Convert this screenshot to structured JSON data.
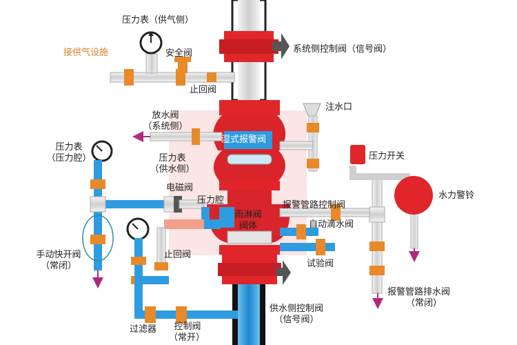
{
  "labels": {
    "pressure_gauge_supply_air": "压力表（供气侧）",
    "air_supply_connection": "接供气设施",
    "safety_valve": "安全阀",
    "check_valve_top": "止回阀",
    "system_side_control_valve": "系统侧控制阀（信号阀）",
    "drain_valve": "放水阀",
    "drain_valve_sub": "（系统侧）",
    "water_inlet": "注水口",
    "wet_alarm_valve": "湿式报警阀",
    "pressure_gauge_chamber": "压力表",
    "pressure_gauge_chamber_sub": "（压力腔）",
    "pressure_gauge_supply_water": "压力表",
    "pressure_gauge_supply_water_sub": "（供水侧）",
    "pressure_switch": "压力开关",
    "solenoid_valve": "电磁阀",
    "pressure_chamber": "压力腔",
    "hydraulic_alarm_bell": "水力警铃",
    "alarm_pipe_control_valve": "报警管路控制阀",
    "deluge_valve_body": "雨淋阀",
    "deluge_valve_body_sub": "阀体",
    "auto_drip_valve": "自动滴水阀",
    "manual_quick_open_valve": "手动快开阀",
    "manual_quick_open_valve_sub": "（常闭）",
    "check_valve_bottom": "止回阀",
    "test_valve": "试验阀",
    "alarm_pipe_drain_valve": "报警管路排水阀",
    "alarm_pipe_drain_valve_sub": "（常闭）",
    "supply_side_control_valve": "供水侧控制阀",
    "supply_side_control_valve_sub": "（信号阀）",
    "filter": "过滤器",
    "control_valve": "控制阀",
    "control_valve_sub": "（常开）"
  },
  "colors": {
    "valve_red": "#e0262b",
    "pipe_blue": "#2f9be0",
    "pipe_grey": "#d8d8d8",
    "fitting_orange": "#e8892a",
    "arrow_purple": "#b0287c",
    "label_orange": "#d9822b"
  }
}
